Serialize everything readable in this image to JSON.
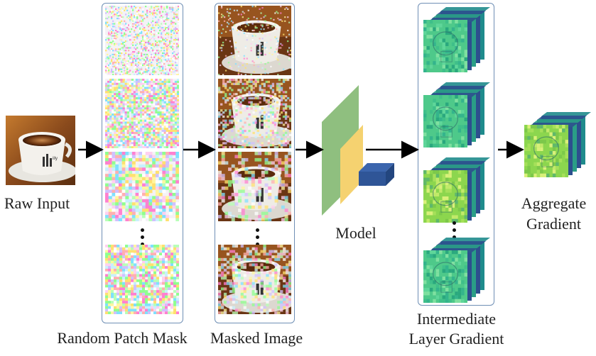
{
  "labels": {
    "raw_input": "Raw Input",
    "random_patch_mask": "Random Patch Mask",
    "masked_image": "Masked Image",
    "model": "Model",
    "intermediate_line1": "Intermediate",
    "intermediate_line2": "Layer Gradient",
    "aggregate_line1": "Aggregate",
    "aggregate_line2": "Gradient"
  },
  "colors": {
    "frame_border": "#6f8fb5",
    "model_green": "#8fbf7f",
    "model_yellow": "#f5d270",
    "model_blue": "#2f5597",
    "arrow": "#000000",
    "grad_green": "#4ec98a",
    "grad_teal": "#1f8b8c",
    "grad_navy": "#2d4f8e",
    "grad_light": "#8cd64e",
    "coffee_brown": "#8a4a1c"
  },
  "icons": [
    "photo-coffee-cup",
    "noise-mask",
    "model-block",
    "gradient-heatmap-stack"
  ]
}
